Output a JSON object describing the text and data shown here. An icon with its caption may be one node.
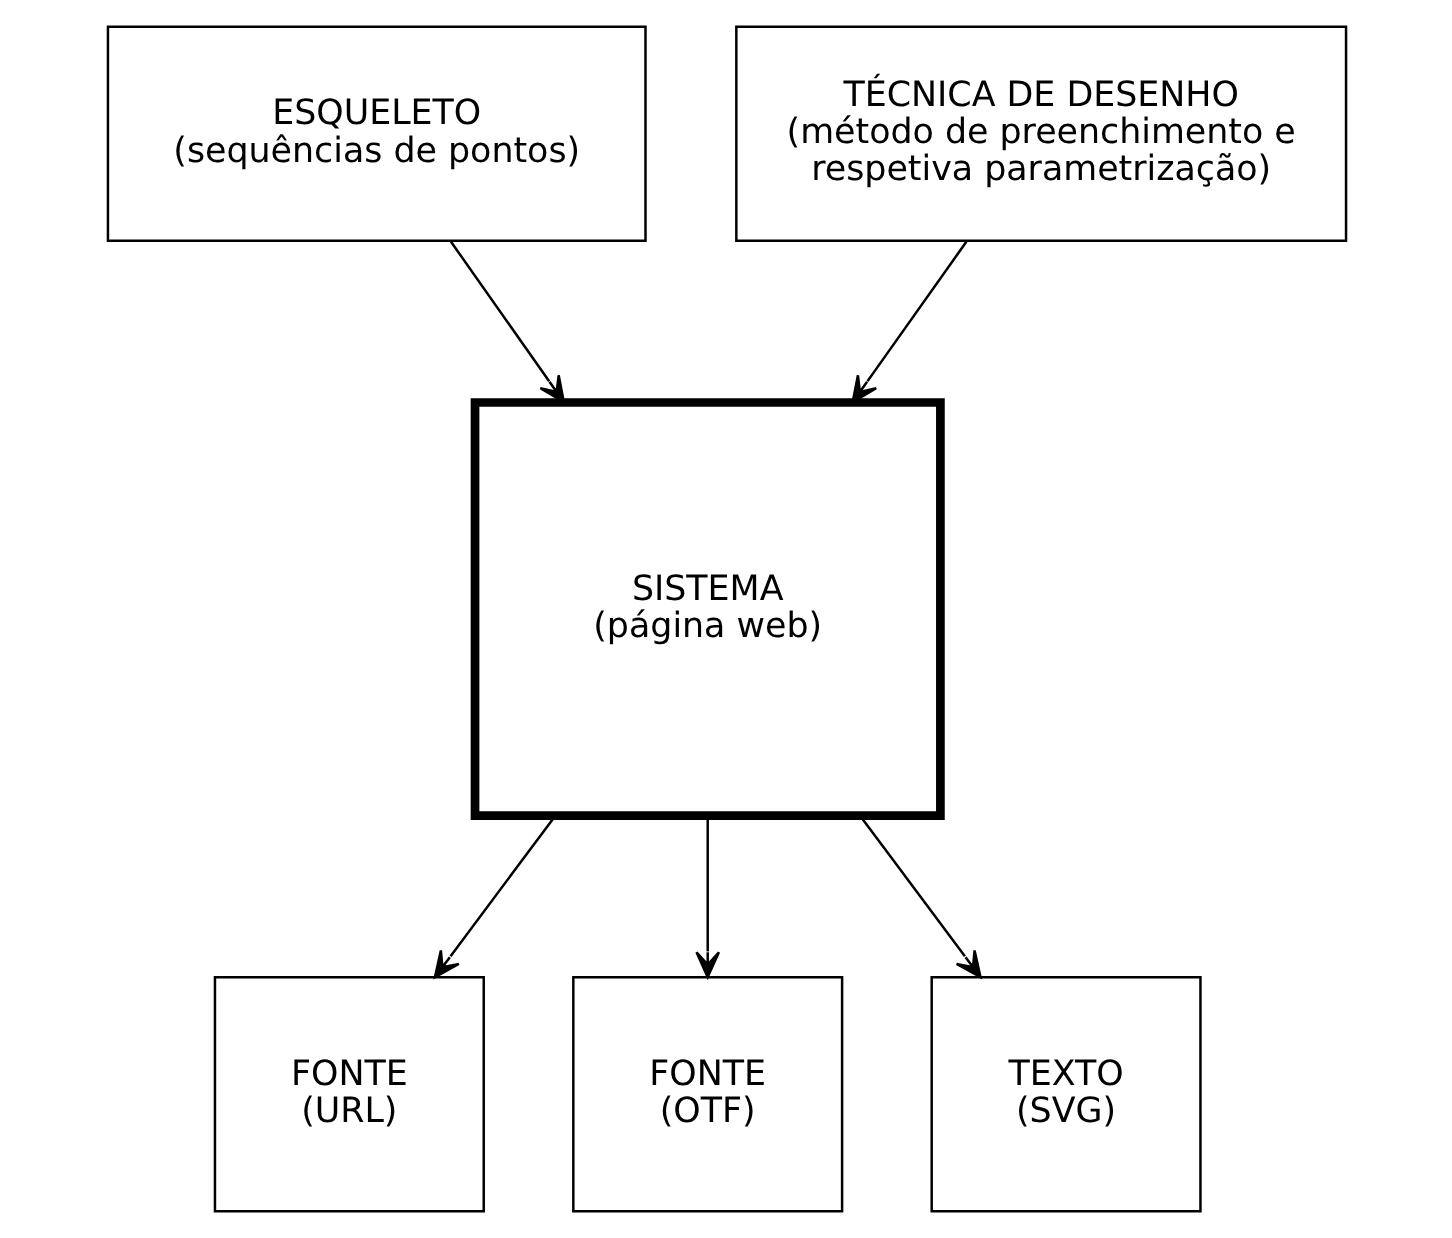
{
  "diagram": {
    "nodes": [
      {
        "text": [
          "ESQUELETO",
          "(sequências de pontos)"
        ]
      },
      {
        "text": [
          "TÉCNICA DE DESENHO",
          "(método de preenchimento e respetiva parametrização)"
        ]
      },
      {
        "text": [
          "SISTEMA",
          "(página web)"
        ]
      },
      {
        "text": [
          "FONTE",
          "(URL)"
        ]
      },
      {
        "text": [
          "FONTE",
          "(OTF)"
        ]
      },
      {
        "text": [
          "TEXTO",
          "(SVG)"
        ]
      }
    ],
    "edges": [
      {
        "from": 0,
        "to": 2,
        "arrow": "to"
      },
      {
        "from": 1,
        "to": 2,
        "arrow": "to"
      },
      {
        "from": 2,
        "to": 3,
        "arrow": "to"
      },
      {
        "from": 2,
        "to": 4,
        "arrow": "to"
      },
      {
        "from": 2,
        "to": 5,
        "arrow": "to"
      }
    ]
  }
}
